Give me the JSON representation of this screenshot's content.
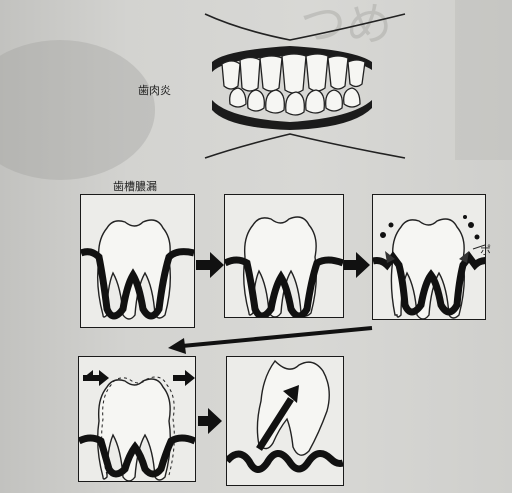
{
  "labels": {
    "gingivitis": "歯肉炎",
    "periodontitis": "歯槽膿漏",
    "pocket": "ポ"
  },
  "diagram": {
    "stages": [
      {
        "id": "healthy"
      },
      {
        "id": "early-gum-recession"
      },
      {
        "id": "pocket-formation"
      },
      {
        "id": "bone-loss-loosening"
      },
      {
        "id": "tooth-loss"
      }
    ]
  }
}
